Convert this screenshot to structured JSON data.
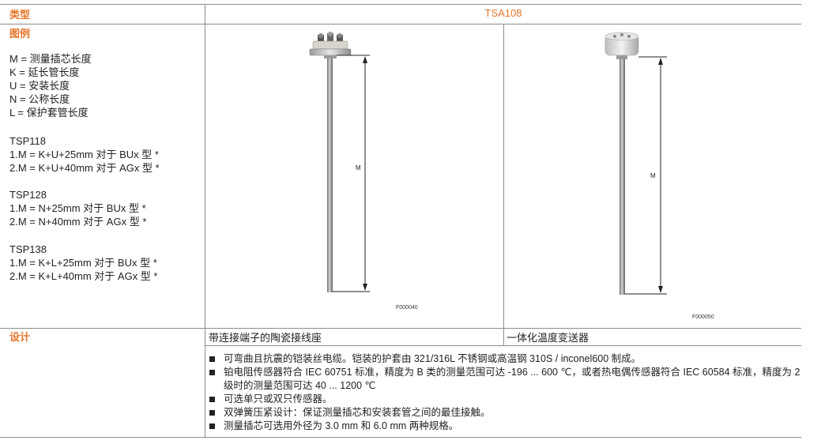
{
  "header": {
    "label": "类型",
    "value": "TSA108"
  },
  "legend": {
    "label": "图例",
    "definitions": [
      "M = 测量插芯长度",
      "K = 延长管长度",
      "U = 安装长度",
      "N = 公称长度",
      "L = 保护套管长度"
    ],
    "groups": [
      {
        "name": "TSP118",
        "lines": [
          "1.M = K+U+25mm 对于 BUx 型 *",
          "2.M = K+U+40mm 对于 AGx 型 *"
        ]
      },
      {
        "name": "TSP128",
        "lines": [
          "1.M = N+25mm 对于 BUx 型 *",
          "2.M = N+40mm 对于 AGx 型 *"
        ]
      },
      {
        "name": "TSP138",
        "lines": [
          "1.M = K+L+25mm 对于 BUx 型 *",
          "2.M = K+L+40mm 对于 AGx 型 *"
        ]
      }
    ]
  },
  "figures": [
    {
      "code": "F000040",
      "dim_label": "M"
    },
    {
      "code": "F000050",
      "dim_label": "M"
    }
  ],
  "design": {
    "label": "设计",
    "options": [
      "带连接端子的陶瓷接线座",
      "一体化温度变送器"
    ],
    "bullets": [
      "可弯曲且抗震的铠装丝电缆。铠装的护套由 321/316L 不锈钢或高温钢 310S / inconel600 制成。",
      "铂电阻传感器符合 IEC 60751 标准，精度为 B 类的测量范围可达 -196 ... 600 ℃，或者热电偶传感器符合 IEC 60584 标准，精度为 2 级时的测量范围可达 40 ... 1200 ℃",
      "可选单只或双只传感器。",
      "双弹簧压紧设计：保证测量插芯和安装套管之间的最佳接触。",
      "测量插芯可选用外径为 3.0 mm 和 6.0 mm 两种规格。"
    ]
  },
  "colors": {
    "accent": "#e5742a",
    "rule": "#8c8c8c"
  }
}
